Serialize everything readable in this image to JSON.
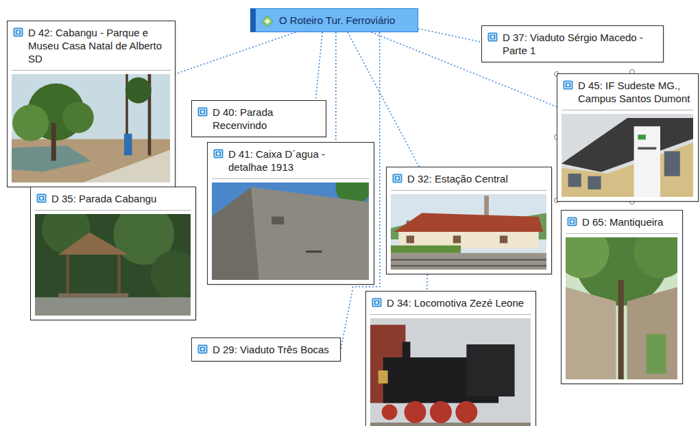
{
  "diagram": {
    "nodes": [
      {
        "text": [
          "O Roteiro Tur. Ferroviário"
        ]
      },
      {
        "text": [
          "D 42: Cabangu - Parque e Museu Casa Natal de Alberto SD"
        ]
      },
      {
        "text": [
          "D 37: Viaduto Sérgio Macedo - Parte 1"
        ]
      },
      {
        "text": [
          "D 45: IF Sudeste MG., Campus Santos Dumont"
        ]
      },
      {
        "text": [
          "D 40: Parada Recenvindo"
        ]
      },
      {
        "text": [
          "D 41: Caixa D´agua - detalhae 1913"
        ]
      },
      {
        "text": [
          "D 32: Estação Central"
        ]
      },
      {
        "text": [
          "D 35: Parada Cabangu"
        ]
      },
      {
        "text": [
          "D 65: Mantiqueira"
        ]
      },
      {
        "text": [
          "D 34: Locomotiva Zezé Leone"
        ]
      },
      {
        "text": [
          "D 29: Viaduto Três Bocas"
        ]
      }
    ],
    "edges": [
      {
        "from": 0,
        "to": 1,
        "arrow": "none"
      },
      {
        "from": 0,
        "to": 2,
        "arrow": "none"
      },
      {
        "from": 0,
        "to": 3,
        "arrow": "none"
      },
      {
        "from": 0,
        "to": 4,
        "arrow": "none"
      },
      {
        "from": 0,
        "to": 5,
        "arrow": "none"
      },
      {
        "from": 0,
        "to": 6,
        "arrow": "none"
      },
      {
        "from": 0,
        "to": 10,
        "arrow": "none"
      },
      {
        "from": 6,
        "to": 9,
        "arrow": "none"
      }
    ]
  }
}
